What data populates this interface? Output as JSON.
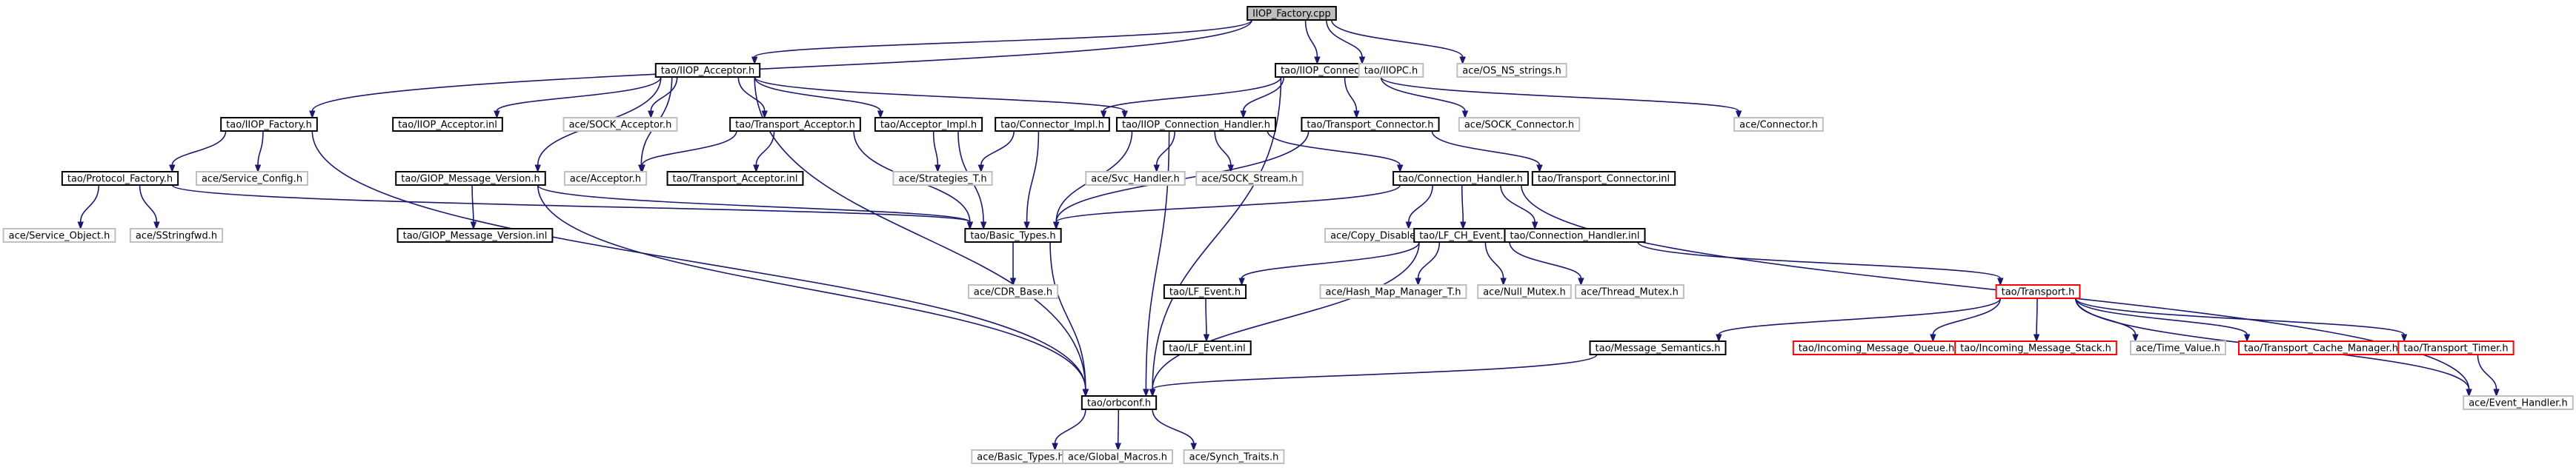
{
  "graph": {
    "nodes": [
      {
        "id": "root",
        "label": "IIOP_Factory.cpp",
        "style": "root"
      },
      {
        "id": "acceptor_h",
        "label": "tao/IIOP_Acceptor.h",
        "style": "solid"
      },
      {
        "id": "connector_h",
        "label": "tao/IIOP_Connector.h",
        "style": "solid"
      },
      {
        "id": "iiopc_h",
        "label": "tao/IIOPC.h",
        "style": "gray"
      },
      {
        "id": "os_ns_strings",
        "label": "ace/OS_NS_strings.h",
        "style": "gray"
      },
      {
        "id": "factory_h",
        "label": "tao/IIOP_Factory.h",
        "style": "solid"
      },
      {
        "id": "protocol_factory",
        "label": "tao/Protocol_Factory.h",
        "style": "solid"
      },
      {
        "id": "service_config",
        "label": "ace/Service_Config.h",
        "style": "gray"
      },
      {
        "id": "service_object",
        "label": "ace/Service_Object.h",
        "style": "gray"
      },
      {
        "id": "sstringfwd",
        "label": "ace/SStringfwd.h",
        "style": "gray"
      },
      {
        "id": "acceptor_inl",
        "label": "tao/IIOP_Acceptor.inl",
        "style": "solid"
      },
      {
        "id": "sock_acceptor",
        "label": "ace/SOCK_Acceptor.h",
        "style": "gray"
      },
      {
        "id": "transport_acceptor",
        "label": "tao/Transport_Acceptor.h",
        "style": "solid"
      },
      {
        "id": "acceptor_impl",
        "label": "tao/Acceptor_Impl.h",
        "style": "solid"
      },
      {
        "id": "giop_msg_version",
        "label": "tao/GIOP_Message_Version.h",
        "style": "solid"
      },
      {
        "id": "ace_acceptor",
        "label": "ace/Acceptor.h",
        "style": "gray"
      },
      {
        "id": "transport_acceptor_inl",
        "label": "tao/Transport_Acceptor.inl",
        "style": "solid"
      },
      {
        "id": "strategies_t",
        "label": "ace/Strategies_T.h",
        "style": "gray"
      },
      {
        "id": "giop_msg_version_inl",
        "label": "tao/GIOP_Message_Version.inl",
        "style": "solid"
      },
      {
        "id": "connector_impl",
        "label": "tao/Connector_Impl.h",
        "style": "solid"
      },
      {
        "id": "conn_handler_iiop",
        "label": "tao/IIOP_Connection_Handler.h",
        "style": "solid"
      },
      {
        "id": "transport_connector",
        "label": "tao/Transport_Connector.h",
        "style": "solid"
      },
      {
        "id": "sock_connector",
        "label": "ace/SOCK_Connector.h",
        "style": "gray"
      },
      {
        "id": "ace_connector",
        "label": "ace/Connector.h",
        "style": "gray"
      },
      {
        "id": "svc_handler",
        "label": "ace/Svc_Handler.h",
        "style": "gray"
      },
      {
        "id": "sock_stream",
        "label": "ace/SOCK_Stream.h",
        "style": "gray"
      },
      {
        "id": "connection_handler",
        "label": "tao/Connection_Handler.h",
        "style": "solid"
      },
      {
        "id": "transport_connector_inl",
        "label": "tao/Transport_Connector.inl",
        "style": "solid"
      },
      {
        "id": "basic_types",
        "label": "tao/Basic_Types.h",
        "style": "solid"
      },
      {
        "id": "copy_disabled",
        "label": "ace/Copy_Disabled.h",
        "style": "gray"
      },
      {
        "id": "lf_ch_event",
        "label": "tao/LF_CH_Event.h",
        "style": "solid"
      },
      {
        "id": "connection_handler_inl",
        "label": "tao/Connection_Handler.inl",
        "style": "solid"
      },
      {
        "id": "cdr_base",
        "label": "ace/CDR_Base.h",
        "style": "gray"
      },
      {
        "id": "lf_event",
        "label": "tao/LF_Event.h",
        "style": "solid"
      },
      {
        "id": "hash_map_manager",
        "label": "ace/Hash_Map_Manager_T.h",
        "style": "gray"
      },
      {
        "id": "null_mutex",
        "label": "ace/Null_Mutex.h",
        "style": "gray"
      },
      {
        "id": "thread_mutex",
        "label": "ace/Thread_Mutex.h",
        "style": "gray"
      },
      {
        "id": "transport",
        "label": "tao/Transport.h",
        "style": "red"
      },
      {
        "id": "lf_event_inl",
        "label": "tao/LF_Event.inl",
        "style": "solid"
      },
      {
        "id": "message_semantics",
        "label": "tao/Message_Semantics.h",
        "style": "solid"
      },
      {
        "id": "incoming_queue",
        "label": "tao/Incoming_Message_Queue.h",
        "style": "red"
      },
      {
        "id": "incoming_stack",
        "label": "tao/Incoming_Message_Stack.h",
        "style": "red"
      },
      {
        "id": "time_value",
        "label": "ace/Time_Value.h",
        "style": "gray"
      },
      {
        "id": "cache_manager",
        "label": "tao/Transport_Cache_Manager.h",
        "style": "red"
      },
      {
        "id": "transport_timer",
        "label": "tao/Transport_Timer.h",
        "style": "red"
      },
      {
        "id": "event_handler",
        "label": "ace/Event_Handler.h",
        "style": "gray"
      },
      {
        "id": "orbconf",
        "label": "tao/orbconf.h",
        "style": "solid"
      },
      {
        "id": "ace_basic_types",
        "label": "ace/Basic_Types.h",
        "style": "gray"
      },
      {
        "id": "global_macros",
        "label": "ace/Global_Macros.h",
        "style": "gray"
      },
      {
        "id": "synch_traits",
        "label": "ace/Synch_Traits.h",
        "style": "gray"
      }
    ],
    "colors": {
      "edge": "#191970",
      "root_fill": "#bfbfbf",
      "solid_border": "#000000",
      "gray_border": "#bfbfbf",
      "red_border": "#ff0000",
      "text": "#000000"
    }
  }
}
